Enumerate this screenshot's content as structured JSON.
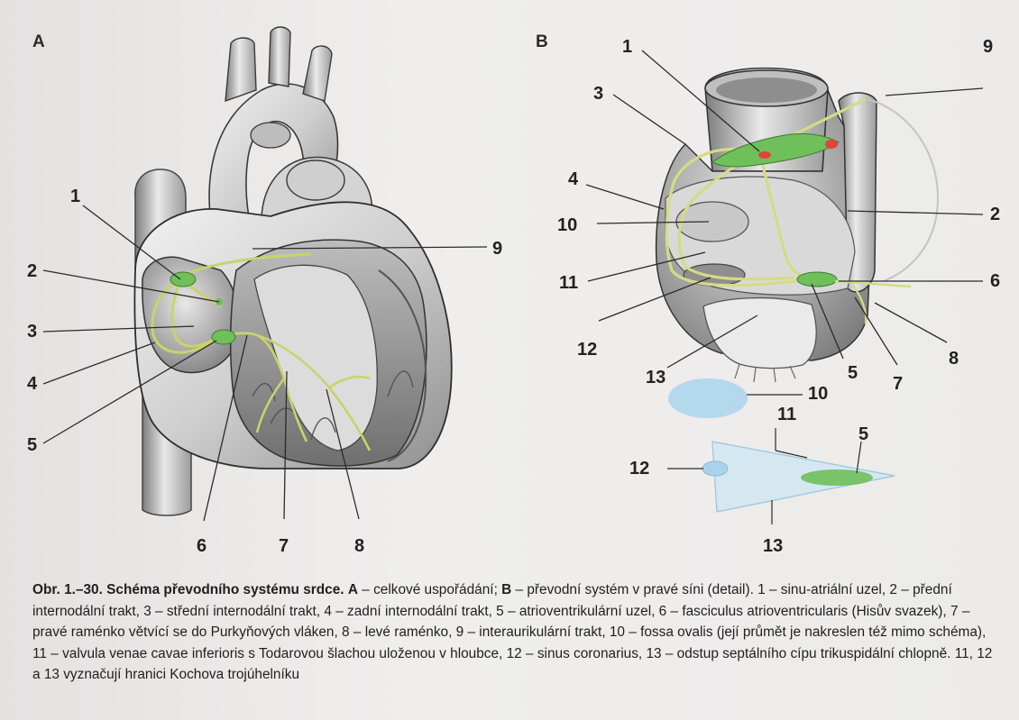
{
  "panels": {
    "a": "A",
    "b": "B"
  },
  "labels": {
    "a": {
      "l1": "1",
      "l2": "2",
      "l3": "3",
      "l4": "4",
      "l5": "5",
      "l6": "6",
      "l7": "7",
      "l8": "8",
      "l9": "9"
    },
    "b": {
      "l1": "1",
      "l2": "2",
      "l3": "3",
      "l4": "4",
      "l5": "5",
      "l6": "6",
      "l7": "7",
      "l8": "8",
      "l9": "9",
      "l10": "10",
      "l11": "11",
      "l12": "12",
      "l13": "13"
    },
    "inset": {
      "l10": "10",
      "l11": "11",
      "l5": "5",
      "l12": "12",
      "l13": "13"
    }
  },
  "caption": {
    "title": "Obr. 1.–30. Schéma převodního systému srdce.",
    "a_letter": "A",
    "a_text": " – celkové uspořádání; ",
    "b_letter": "B",
    "body": " – převodní systém v pravé síni (detail). 1 – sinu-atriální uzel, 2 – přední internodální trakt, 3 – střední internodální trakt, 4 – zadní internodální trakt, 5 – atrioventrikulární uzel, 6 – fasciculus atrioventricularis (Hisův svazek), 7 – pravé raménko větvící se do Purkyňových vláken, 8 – levé raménko, 9 – interaurikulární trakt, 10 – fossa ovalis (její průmět je nakreslen též mimo schéma), 11 – valvula venae cavae inferioris s Todarovou šlachou uloženou v hloubce, 12 – sinus coronarius, 13 – odstup septálního cípu trikuspidální chlopně. 11, 12 a 13 vyznačují hranici Kochova trojúhelníku"
  },
  "colors": {
    "tissue": "#d9d9d9",
    "tissue_dark": "#9a9a9a",
    "outline": "#3a3a3a",
    "conduction_green": "#6fbf5a",
    "conduction_yellow": "#d8df8a",
    "node_red": "#e0443a",
    "fossa_blue": "#a9d3ec",
    "triangle_blue": "#d5e8f2"
  }
}
